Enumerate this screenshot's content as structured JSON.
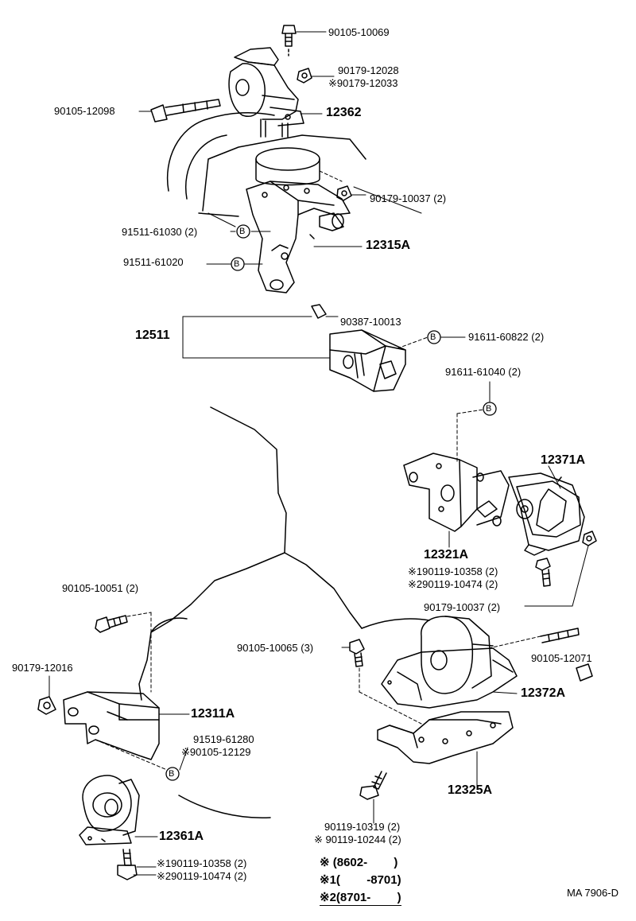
{
  "labels": {
    "p90105_10069": "90105-10069",
    "p90179_12028": "90179-12028",
    "p90179_12033": "※90179-12033",
    "p90105_12098": "90105-12098",
    "p12362": "12362",
    "p90179_10037a": "90179-10037 (2)",
    "p91511_61030": "91511-61030 (2)",
    "p12315A": "12315A",
    "p91511_61020": "91511-61020",
    "p12511": "12511",
    "p90387_10013": "90387-10013",
    "p91611_60822": "91611-60822 (2)",
    "p91611_61040": "91611-61040 (2)",
    "p12371A": "12371A",
    "p12321A": "12321A",
    "p90119_10358a": "※190119-10358 (2)",
    "p90119_10474a": "※290119-10474 (2)",
    "p90179_10037b": "90179-10037 (2)",
    "p90105_10051": "90105-10051 (2)",
    "p90105_10065": "90105-10065 (3)",
    "p90105_12071": "90105-12071",
    "p12372A": "12372A",
    "p90179_12016": "90179-12016",
    "p12311A": "12311A",
    "p91519_61280": "91519-61280",
    "p90105_12129": "※90105-12129",
    "p12325A": "12325A",
    "p12361A": "12361A",
    "p90119_10319": "90119-10319 (2)",
    "p90119_10244": "※ 90119-10244 (2)",
    "p90119_10358b": "※190119-10358 (2)",
    "p90119_10474b": "※290119-10474 (2)"
  },
  "markers": {
    "b": "B"
  },
  "notes": {
    "n1": "※ (8602-        )",
    "n2": "※1(        -8701)",
    "n3": "※2(8701-        )"
  },
  "code": "MA 7906-D"
}
